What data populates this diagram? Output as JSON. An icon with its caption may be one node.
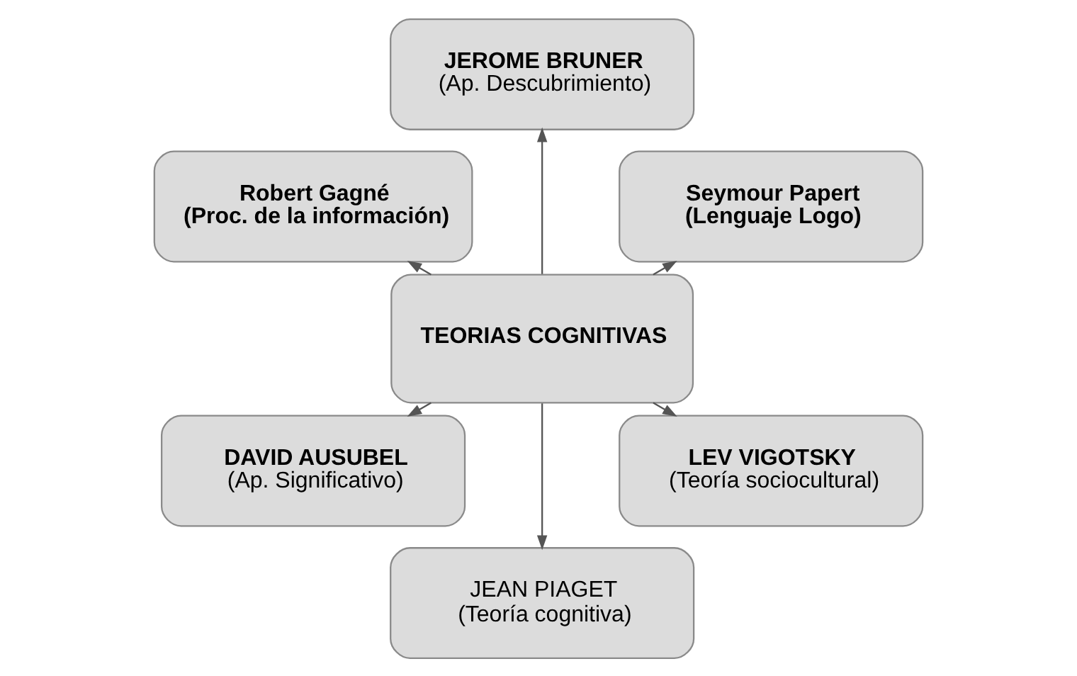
{
  "diagram": {
    "nodes": [
      {
        "text": [
          "Seymour Papert",
          "(Lenguaje Logo)"
        ]
      },
      {
        "text": [
          "JEROME BRUNER",
          "(Ap. Descubrimiento)"
        ]
      },
      {
        "text": [
          "Robert Gagné",
          "(Proc. de la información)"
        ]
      },
      {
        "text": [
          "TEORIAS COGNITIVAS"
        ]
      },
      {
        "text": [
          "DAVID AUSUBEL",
          "(Ap. Significativo)"
        ]
      },
      {
        "text": [
          "JEAN PIAGET",
          "(Teoría cognitiva)"
        ]
      },
      {
        "text": [
          "LEV VIGOTSKY",
          "(Teoría sociocultural)"
        ]
      }
    ],
    "edges": [
      {
        "from": 3,
        "to": 0,
        "arrow": "to"
      },
      {
        "from": 3,
        "to": 1,
        "arrow": "to"
      },
      {
        "from": 3,
        "to": 2,
        "arrow": "to"
      },
      {
        "from": 3,
        "to": 4,
        "arrow": "to"
      },
      {
        "from": 3,
        "to": 5,
        "arrow": "to"
      },
      {
        "from": 3,
        "to": 6,
        "arrow": "to"
      }
    ]
  }
}
